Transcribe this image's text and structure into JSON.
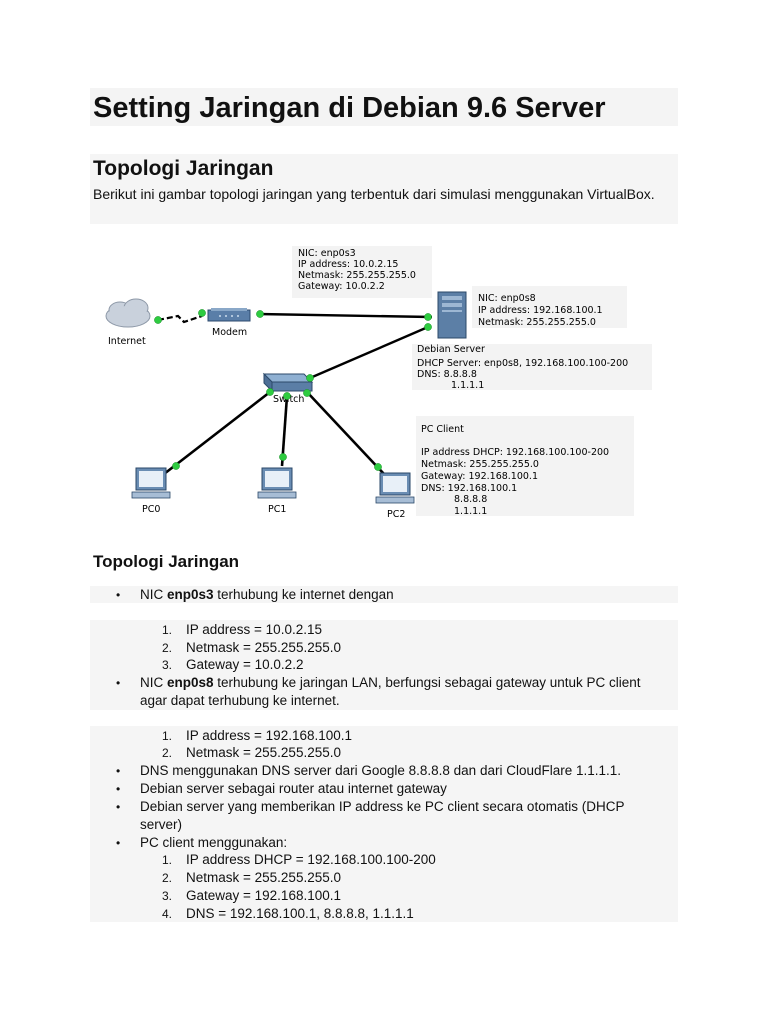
{
  "title": "Setting Jaringan di Debian 9.6 Server",
  "section1": {
    "heading": "Topologi Jaringan",
    "intro": "Berikut ini gambar topologi jaringan yang terbentuk dari simulasi menggunakan VirtualBox."
  },
  "diagram": {
    "nodes": {
      "internet": "Internet",
      "modem": "Modem",
      "server": "Debian Server",
      "switch": "Switch",
      "pc0": "PC0",
      "pc1": "PC1",
      "pc2": "PC2"
    },
    "nic_enp0s3": [
      "NIC: enp0s3",
      "IP address: 10.0.2.15",
      "Netmask: 255.255.255.0",
      "Gateway: 10.0.2.2"
    ],
    "nic_enp0s8": [
      "NIC: enp0s8",
      "IP address: 192.168.100.1",
      "Netmask: 255.255.255.0"
    ],
    "server_info": [
      "DHCP Server: enp0s8, 192.168.100.100-200",
      "DNS: 8.8.8.8",
      "1.1.1.1"
    ],
    "pc_client": [
      "PC Client",
      "IP address DHCP: 192.168.100.100-200",
      "Netmask: 255.255.255.0",
      "Gateway: 192.168.100.1",
      "DNS: 192.168.100.1",
      "8.8.8.8",
      "1.1.1.1"
    ]
  },
  "section2": {
    "heading": "Topologi Jaringan",
    "b1": {
      "pre": "NIC ",
      "bold": "enp0s3",
      "post": " terhubung ke internet dengan"
    },
    "b1_items": [
      {
        "num": "1.",
        "text": "IP address = 10.0.2.15"
      },
      {
        "num": "2.",
        "text": "Netmask = 255.255.255.0"
      },
      {
        "num": "3.",
        "text": "Gateway = 10.0.2.2"
      }
    ],
    "b2": {
      "pre": "NIC ",
      "bold": "enp0s8",
      "post": " terhubung ke jaringan LAN, berfungsi sebagai gateway untuk PC client",
      "line2": "agar dapat terhubung ke internet."
    },
    "b2_items": [
      {
        "num": "1.",
        "text": "IP address = 192.168.100.1"
      },
      {
        "num": "2.",
        "text": "Netmask = 255.255.255.0"
      }
    ],
    "b3": "DNS menggunakan DNS server dari Google 8.8.8.8 dan dari CloudFlare 1.1.1.1.",
    "b4": "Debian server sebagai router atau internet gateway",
    "b5": {
      "line1": "Debian server yang memberikan IP address ke PC client secara otomatis (DHCP",
      "line2": "server)"
    },
    "b6": "PC client menggunakan:",
    "b6_items": [
      {
        "num": "1.",
        "text": "IP address DHCP = 192.168.100.100-200"
      },
      {
        "num": "2.",
        "text": "Netmask = 255.255.255.0"
      },
      {
        "num": "3.",
        "text": "Gateway = 192.168.100.1"
      },
      {
        "num": "4.",
        "text": "DNS = 192.168.100.1, 8.8.8.8, 1.1.1.1"
      }
    ],
    "bullet_glyph": "•"
  }
}
